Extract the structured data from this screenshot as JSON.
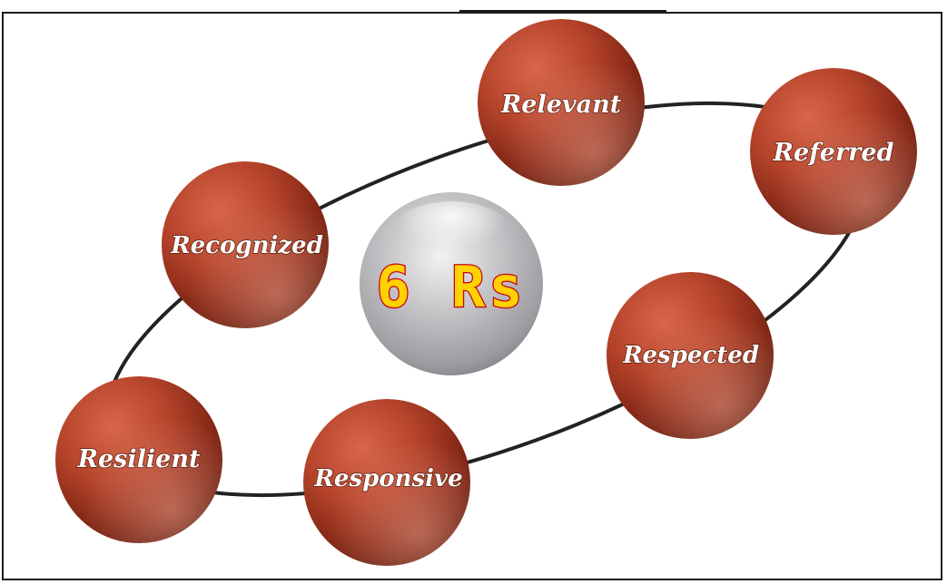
{
  "diagram": {
    "center": {
      "label": "6 Rs",
      "color": "#b9b9bd"
    },
    "nodes": [
      {
        "id": "relevant",
        "label": "Relevant"
      },
      {
        "id": "referred",
        "label": "Referred"
      },
      {
        "id": "recognized",
        "label": "Recognized"
      },
      {
        "id": "respected",
        "label": "Respected"
      },
      {
        "id": "resilient",
        "label": "Resilient"
      },
      {
        "id": "responsive",
        "label": "Responsive"
      }
    ],
    "colors": {
      "ball": "#b5432a",
      "ball_dark": "#7a2212",
      "ring": "#222222"
    }
  }
}
